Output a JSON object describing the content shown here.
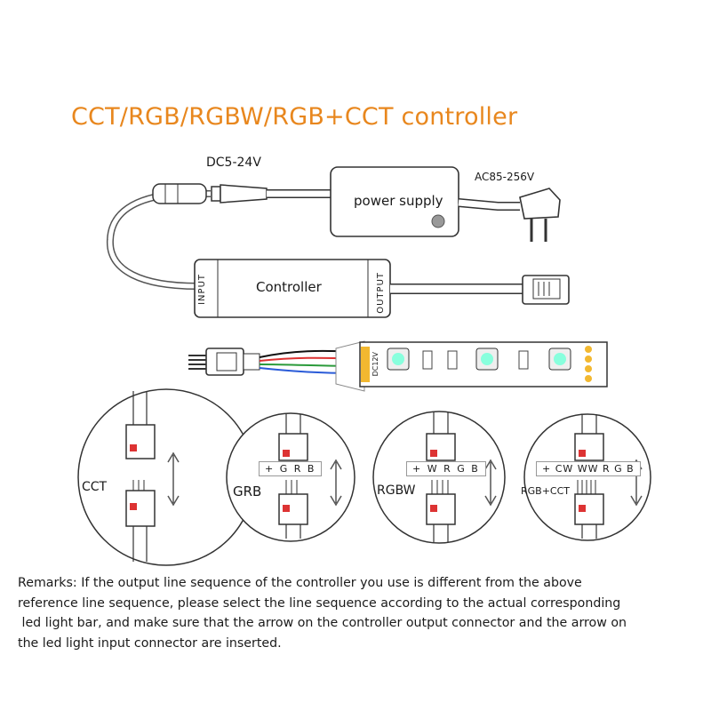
{
  "title": "CCT/RGB/RGBW/RGB+CCT controller",
  "labels": {
    "dc_voltage": "DC5-24V",
    "ac_voltage": "AC85-256V",
    "power_supply": "power supply",
    "controller": "Controller",
    "input": "INPUT",
    "output": "OUTPUT",
    "strip_voltage": "DC12V"
  },
  "circles": [
    {
      "name": "CCT",
      "sequence": ""
    },
    {
      "name": "GRB",
      "sequence": "+ G R B"
    },
    {
      "name": "RGBW",
      "sequence": "+ W R G B"
    },
    {
      "name": "RGB+CCT",
      "sequence": "+ CW WW R G B"
    }
  ],
  "remarks": [
    "Remarks: If the output line sequence of the controller you use is different from the above",
    "reference line sequence, please select the line sequence according to the actual corresponding",
    " led light bar, and make sure that the arrow on the controller output connector and the arrow on",
    "the led light input connector are inserted."
  ],
  "colors": {
    "title": "#e8871e",
    "wire": "#1a1a1a",
    "led_pad": "#f2b830"
  }
}
